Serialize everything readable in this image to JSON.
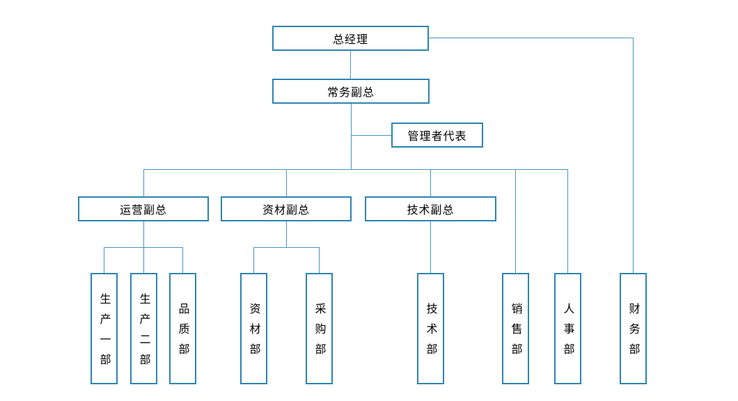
{
  "colors": {
    "box_border": "#2e84b0",
    "connector_line": "#4494c0",
    "text": "#000000",
    "background": "#ffffff"
  },
  "nodes": {
    "general_manager": {
      "label": "总经理"
    },
    "executive_deputy_gm": {
      "label": "常务副总"
    },
    "management_representative": {
      "label": "管理者代表"
    },
    "operations_vp": {
      "label": "运营副总"
    },
    "materials_vp": {
      "label": "资材副总"
    },
    "technical_vp": {
      "label": "技术副总"
    },
    "production_dept_1": {
      "label": "生产一部"
    },
    "production_dept_2": {
      "label": "生产二部"
    },
    "quality_dept": {
      "label": "品质部"
    },
    "materials_dept": {
      "label": "资材部"
    },
    "purchasing_dept": {
      "label": "采购部"
    },
    "technical_dept": {
      "label": "技术部"
    },
    "sales_dept": {
      "label": "销售部"
    },
    "hr_dept": {
      "label": "人事部"
    },
    "finance_dept": {
      "label": "财务部"
    }
  }
}
